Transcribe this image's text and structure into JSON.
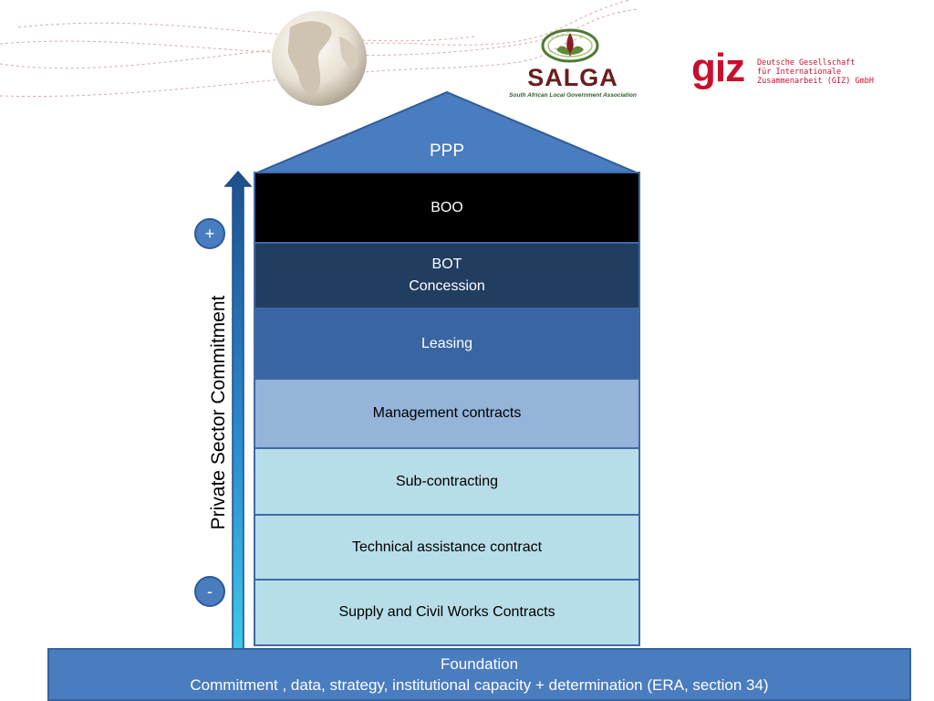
{
  "logos": {
    "salga": {
      "name": "SALGA",
      "tagline": "South African Local Government Association"
    },
    "giz": {
      "mark": "giz",
      "lines": [
        "Deutsche Gesellschaft",
        "für Internationale",
        "Zusammenarbeit (GIZ) GmbH"
      ]
    }
  },
  "roof": {
    "label": "PPP",
    "color": "#4a7cc0"
  },
  "levels": [
    {
      "label": "BOO",
      "bg": "#000000",
      "fg": "#ffffff"
    },
    {
      "label": "BOT\nConcession",
      "bg": "#213d60",
      "fg": "#ffffff"
    },
    {
      "label": "Leasing",
      "bg": "#3a65a3",
      "fg": "#ffffff"
    },
    {
      "label": "Management contracts",
      "bg": "#95b4d9",
      "fg": "#000000"
    },
    {
      "label": "Sub-contracting",
      "bg": "#b7dde9",
      "fg": "#000000"
    },
    {
      "label": "Technical assistance contract",
      "bg": "#b7dde9",
      "fg": "#000000"
    },
    {
      "label": "Supply and Civil Works Contracts",
      "bg": "#b7dde9",
      "fg": "#000000"
    }
  ],
  "axis": {
    "label": "Private Sector Commitment",
    "plus": "+",
    "minus": "-"
  },
  "foundation": {
    "title": "Foundation",
    "text": "Commitment , data, strategy, institutional capacity + determination (ERA, section 34)"
  }
}
